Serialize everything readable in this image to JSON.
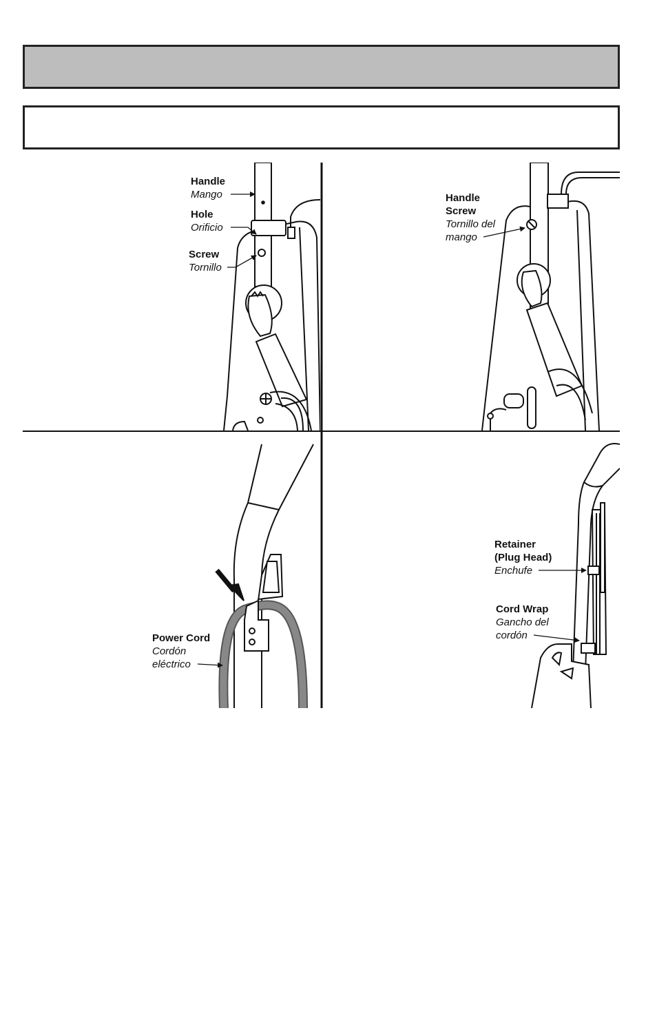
{
  "header_bar": {
    "text": ""
  },
  "subheader_bar": {
    "text": ""
  },
  "labels": {
    "handle": {
      "en": "Handle",
      "es": "Mango"
    },
    "hole": {
      "en": "Hole",
      "es": "Orificio"
    },
    "screw": {
      "en": "Screw",
      "es": "Tornillo"
    },
    "handle_screw": {
      "en1": "Handle",
      "en2": "Screw",
      "es1": "Tornillo del",
      "es2": "mango"
    },
    "power_cord": {
      "en": "Power Cord",
      "es1": "Cordón",
      "es2": "eléctrico"
    },
    "retainer": {
      "en1": "Retainer",
      "en2": "(Plug Head)",
      "es": "Enchufe"
    },
    "cord_wrap": {
      "en": "Cord Wrap",
      "es1": "Gancho del",
      "es2": "cordón"
    }
  }
}
